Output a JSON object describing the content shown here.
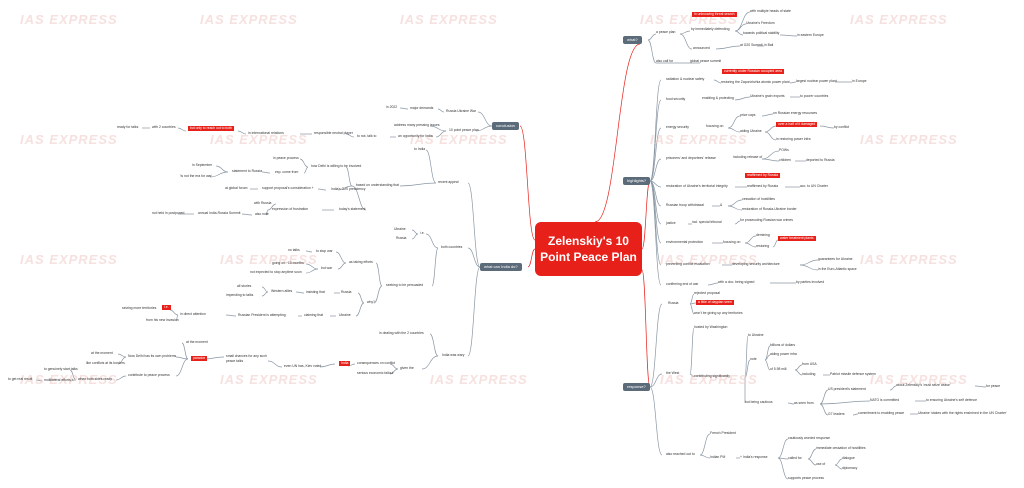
{
  "center": {
    "line1": "Zelenskiy's 10",
    "line2": "Point Peace Plan"
  },
  "watermark": "IAS EXPRESS",
  "branches": {
    "what": "what?",
    "highlights": "highlights?",
    "response": "response?",
    "india": "what can India do?",
    "conclusion": "conclusion"
  },
  "what": {
    "peace_plan": "a peace plan",
    "with_multiple": "with multiple heads of state",
    "hl_unknowing": "in unknowing threat search",
    "ukraines_freedom": "Ukraine's Freedom",
    "by_immediate": "by immediately defending",
    "towards_stability": "towards political stability",
    "in_eastern_europe": "in eastern Europe",
    "announced": "announced",
    "at_g20": "at G20 Summit",
    "in_bali": "in Bali",
    "also_call": "also call for",
    "global_peace": "global peace summit"
  },
  "highlights": {
    "radiation": "radiation & nuclear safety",
    "hl_zaporizhzhia": "currently under Russian occupied area",
    "restoring_power": "restoring the Zaporizhzhia atomic power plant",
    "largest_plant": "largest nuclear power plant",
    "in_europe": "in Europe",
    "food_security": "food security",
    "enabling": "enabling & protecting",
    "grain_exports": "Ukraine's grain exports",
    "to_poor": "to poorer countries",
    "energy_security": "energy security",
    "focusing_on": "focusing on",
    "price_caps": "price caps",
    "on_russian_energy": "on Russian energy resources",
    "aiding_ukraine": "aiding Ukraine",
    "hl_damaged": "over a half of it damaged",
    "by_conflict": "by conflict",
    "in_restoring": "in restoring power infra",
    "prisoners": "prisoners' and deportees' release",
    "including_release": "including release of",
    "pows": "POWs",
    "children": "children",
    "deported": "deported to Russia",
    "restoration": "restoration of Ukraine's territorial integrity",
    "hl_reaffirmed": "reaffirmed by Russia",
    "reaffirmed": "reaffirmed by Russia",
    "acc_un": "acc. to UN Charter",
    "russian_troop": "Russian troop withdrawal",
    "amp": "&",
    "cessation": "cessation of hostilities",
    "restoration_border": "restoration of Russia-Ukraine border",
    "justice": "justice",
    "incl_tribunal": "incl. special tribunal",
    "for_prosecuting": "for prosecuting Russian war crimes",
    "environmental": "environmental protection",
    "focusing_on2": "focusing on",
    "demining": "demining",
    "restoring": "restoring",
    "hl_water": "water treatment plants",
    "preventing": "preventing conflict escalation",
    "developing": "developing security architecture",
    "guarantees": "guarantees for Ukraine",
    "euro_atlantic": "in the Euro-Atlantic space",
    "confirming": "confirming end of war",
    "with_doc": "with a doc. being signed",
    "by_parties": "by parties involved"
  },
  "response": {
    "russia": "Russia",
    "rejected": "rejected proposal",
    "hl_little": "a little of dayplan seen",
    "wont_give_up": "won't be giving up any territories",
    "the_west": "the West",
    "hosted_by": "hosted by Washington",
    "contributing": "contributing significantly",
    "to_ukraine": "to Ukraine",
    "note": "note",
    "billions": "billions of dollars",
    "aiding_power": "aiding power infra",
    "us": "of 5.98 mill.",
    "from_usa": "from USA",
    "including": "including",
    "patriot": "Patriot missile defence system",
    "but_being": "but being cautious",
    "as_seen_from": "as seen from",
    "us_president": "US president's statement",
    "about": "about Zelenskiy's 'must seize cease'",
    "for_peace": "for peace",
    "nato_committed": "NATO is committed",
    "to_ensuring": "to ensuring Ukraine's self defence",
    "g7_leaders": "G7 leaders",
    "commitment": "commitment to enabling peace",
    "ukraine_rights": "Ukraine 'stakes with the rights enshrined in the UN Charter'",
    "also_reached": "also reached out to",
    "french": "French President",
    "india_pm": "Indian PM",
    "indias_response": "+ India's response",
    "cautiously": "cautiously worded response",
    "immediate": "immediate cessation of hostilities",
    "called_for": "called for",
    "dialogue": "dialogue",
    "use_of": "use of",
    "diplomacy": "diplomacy",
    "supports": "supports peace process"
  },
  "india": {
    "recent_appeal": "recent appeal",
    "to_india": "to India",
    "based_on": "based on understanding that",
    "how_delhi": "how Delhi is willing to be involved",
    "in_peace": "in peace process",
    "exp_from": "esp. come from",
    "statement_to": "statement to Russia",
    "in_september": "in September",
    "not_era": "'is not the era for war'",
    "support": "support proposal's consideration +",
    "indias_g20": "India's G20 presidency",
    "at_global": "at global forum",
    "expression": "expression of frustration",
    "todays_statement": "today's statement",
    "with_russia": "with Russia",
    "annual_india": "annual India-Russia Summit",
    "not_held": "not held in postponed",
    "also_note": "also note",
    "both_countries": "both countries",
    "ukraine": "Ukraine",
    "russia": "Russia",
    "i_e": "i.e.",
    "seeking": "seeking to be persuaded",
    "as_taking": "as taking efforts",
    "no_talks": "no talks",
    "to_stop_war": "to stop war",
    "going_on": "going on ~10 months",
    "but_war": "but war",
    "not_expected": "not expected to stop anytime soon",
    "why": "why?",
    "western_allies": "Western allies",
    "insisting": "insisting that",
    "all_stories": "all stories",
    "impending": "impending to talks",
    "russia2": "Russia",
    "ukraine2": "Ukraine",
    "claiming": "claiming that",
    "in_direct": "in direct attention",
    "russian_pres": "Russian President is attempting",
    "seizing": "seizing more territories",
    "hl_ukraine_ft": "i.e.",
    "from": "from his new invasion",
    "india_very": "India was wary",
    "in_dealing": "in dealing with the 2 countries",
    "given_the": "given the",
    "consequences": "consequences on conflict",
    "serious": "serious economic fallout",
    "hl_india": "India",
    "small_chances": "small chances for any such",
    "peace_talks": "peace talks",
    "even_un": "even UN has, Kiev voted",
    "at_the_moment": "at the moment",
    "now_delhi": "Now Delhi has its own problems",
    "at_the_moment2": "at the moment",
    "like_conflicts": "like conflicts at its borders",
    "hl_paradox": "paradox",
    "contribute": "contribute to peace process",
    "when_both": "when both sides ready",
    "to_genuinely": "to genuinely start talks",
    "multilateral": "multilateral efforts +",
    "to_get_result": "to get real result"
  },
  "conclusion": {
    "in_2022": "in 2022",
    "major_demands": "major demands",
    "russia_ukraine": "Russia Ukraine War",
    "address": "address many pressing issues",
    "10_point": "10 point peace plan",
    "responsible": "responsible neutral player",
    "to_not": "to not, talk to",
    "an_opportunity": "an opportunity for India",
    "in_intl": "in international relations",
    "hl_but_only": "but only to reach out to both",
    "with_2": "with 2 countries",
    "ready_for_talks": "ready for talks"
  }
}
